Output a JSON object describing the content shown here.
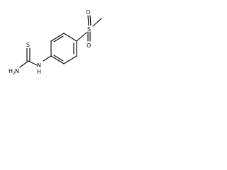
{
  "molecule": {
    "atoms": {
      "sulfonyl_s": "S",
      "sulfonyl_o_top": "O",
      "sulfonyl_o_bottom": "O",
      "thio_s": "S",
      "amine_h": "H",
      "amine_n": "N",
      "amine_sub": "2",
      "nh_n": "N",
      "nh_h": "H"
    }
  },
  "colors": {
    "bond": "#000000",
    "label": "#000000",
    "background": "#ffffff"
  }
}
